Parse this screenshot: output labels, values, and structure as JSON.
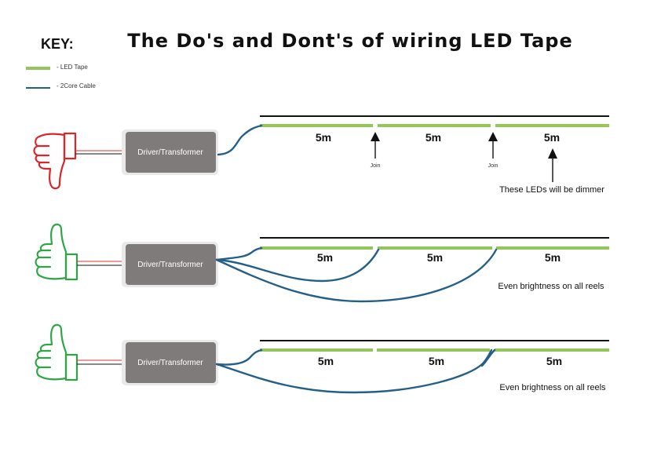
{
  "title": "The Do's and Dont's of wiring LED Tape",
  "key": {
    "heading": "KEY:",
    "items": [
      {
        "label": "- LED Tape"
      },
      {
        "label": "- 2Core Cable"
      }
    ]
  },
  "colors": {
    "tape": "#92c55a",
    "cable": "#245f89",
    "driver": "#807b7b",
    "thumb_down": "#d9262b",
    "thumb_up": "#2fa546",
    "wire_red": "#e03030",
    "wire_black": "#111111"
  },
  "rows": [
    {
      "verdict": "thumbs-down",
      "driver_label": "Driver/Transformer",
      "reels": [
        "5m",
        "5m",
        "5m"
      ],
      "joins": [
        "Join",
        "Join"
      ],
      "note": "These LEDs will be dimmer"
    },
    {
      "verdict": "thumbs-up",
      "driver_label": "Driver/Transformer",
      "reels": [
        "5m",
        "5m",
        "5m"
      ],
      "note": "Even brightness on all reels"
    },
    {
      "verdict": "thumbs-up",
      "driver_label": "Driver/Transformer",
      "reels": [
        "5m",
        "5m",
        "5m"
      ],
      "note": "Even brightness on all reels"
    }
  ]
}
